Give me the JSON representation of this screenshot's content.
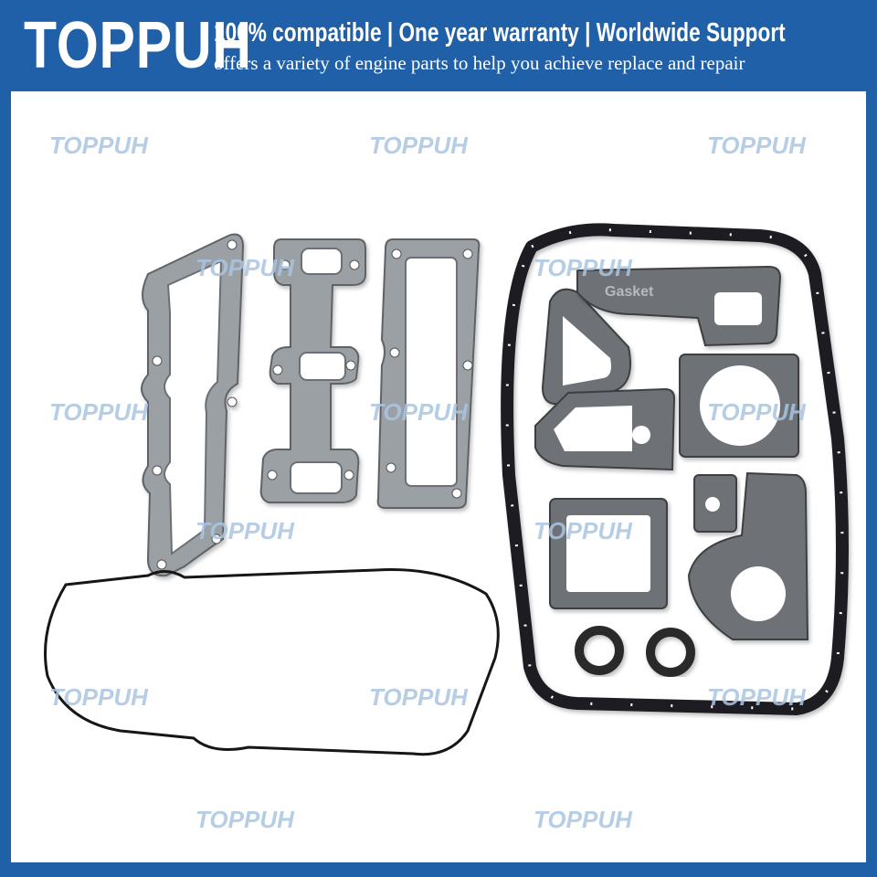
{
  "banner": {
    "brand": "TOPPUH",
    "tagline": "100% compatible | One year warranty | Worldwide Support",
    "subtitle": "offers a variety of engine parts to help you achieve replace and repair"
  },
  "watermark": {
    "text": "TOPPUH"
  },
  "photo": {
    "gasket_label": "Gasket"
  },
  "colors": {
    "banner_blue": "#1f60a8",
    "watermark_blue": "#a9c4e2",
    "metal_gasket": "#9aa0a4",
    "fiber_gasket": "#6e7276",
    "rubber": "#161616"
  }
}
